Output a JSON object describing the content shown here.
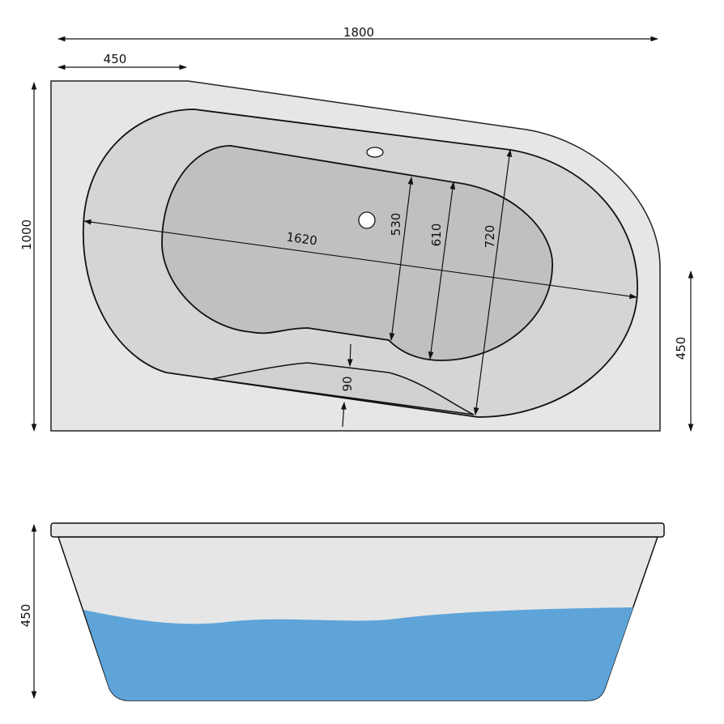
{
  "top_view": {
    "dimensions": {
      "overall_length": "1800",
      "corner_width": "450",
      "overall_width": "1000",
      "side_height": "450",
      "basin_length": "1620",
      "inner_width_530": "530",
      "inner_width_610": "610",
      "inner_width_720": "720",
      "seat_depth": "90"
    }
  },
  "side_view": {
    "dimensions": {
      "height": "450"
    }
  },
  "colors": {
    "rim": "#e6e6e6",
    "basin_outer": "#d5d5d5",
    "basin_inner": "#c0c0c0",
    "water": "#5ea4d9"
  }
}
